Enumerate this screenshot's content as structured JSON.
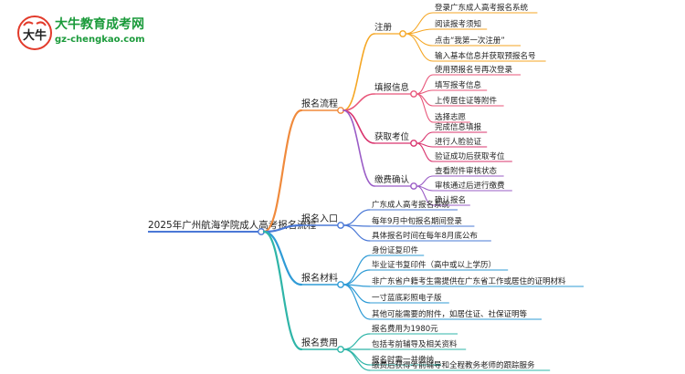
{
  "site": {
    "title": "大牛教育成考网",
    "url": "gz-chengkao.com",
    "logo_text": "大牛"
  },
  "mindmap": {
    "root": "2025年广州航海学院成人高考报名流程",
    "branches": [
      {
        "label": "报名流程",
        "color": "#f08a3c",
        "children": [
          {
            "label": "注册",
            "color": "#f5a623",
            "children": [
              "登录广东成人高考报名系统",
              "阅读报考须知",
              "点击“我第一次注册”",
              "输入基本信息并获取预报名号"
            ]
          },
          {
            "label": "填报信息",
            "color": "#e8567a",
            "children": [
              "使用预报名号再次登录",
              "填写报考信息",
              "上传居住证等附件",
              "选择志愿"
            ]
          },
          {
            "label": "获取考位",
            "color": "#d9346e",
            "children": [
              "完成信息填报",
              "进行人脸验证",
              "验证成功后获取考位"
            ]
          },
          {
            "label": "缴费确认",
            "color": "#9a5cc6",
            "children": [
              "查看附件审核状态",
              "审核通过后进行缴费",
              "确认报名"
            ]
          }
        ]
      },
      {
        "label": "报名入口",
        "color": "#4a78d6",
        "children": [
          {
            "label": "广东成人高考报名系统"
          },
          {
            "label": "每年9月中旬报名期间登录"
          },
          {
            "label": "具体报名时间在每年8月底公布"
          }
        ]
      },
      {
        "label": "报名材料",
        "color": "#2f9bd6",
        "children": [
          {
            "label": "身份证复印件"
          },
          {
            "label": "毕业证书复印件（高中或以上学历）"
          },
          {
            "label": "非广东省户籍考生需提供在广东省工作或居住的证明材料"
          },
          {
            "label": "一寸蓝底彩照电子版"
          },
          {
            "label": "其他可能需要的附件，如居住证、社保证明等"
          }
        ]
      },
      {
        "label": "报名费用",
        "color": "#2fb5a8",
        "children": [
          {
            "label": "报名费用为1980元"
          },
          {
            "label": "包括考前辅导及相关资料"
          },
          {
            "label": "报名时需一并缴纳"
          },
          {
            "label": "缴费后获得考前辅导和全程教务老师的跟踪服务"
          }
        ]
      }
    ]
  }
}
